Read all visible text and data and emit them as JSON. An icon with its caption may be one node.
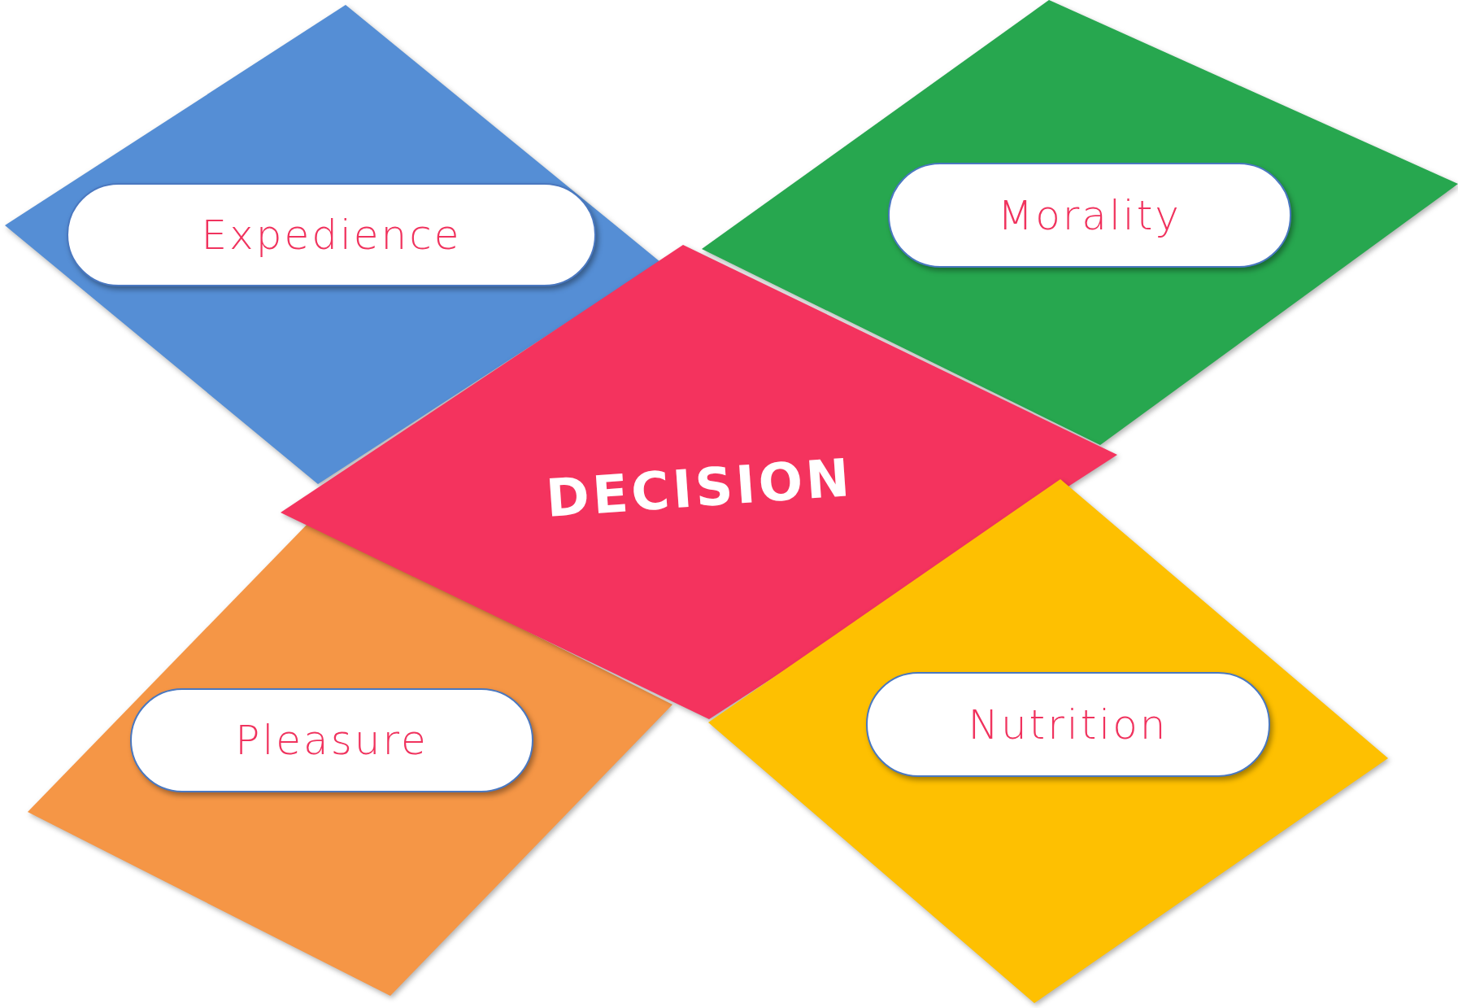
{
  "diagram": {
    "nodes": [
      {
        "text": [
          "Expedience"
        ]
      },
      {
        "text": [
          "Morality"
        ]
      },
      {
        "text": [
          "Pleasure"
        ]
      },
      {
        "text": [
          "DECISION"
        ]
      },
      {
        "text": [
          "Nutrition"
        ]
      }
    ]
  }
}
